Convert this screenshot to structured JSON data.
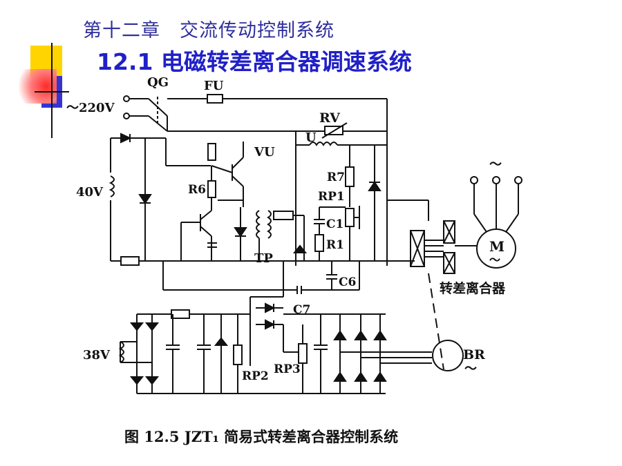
{
  "header": {
    "chapter": "第十二章　交流传动控制系统",
    "section_title": "12.1  电磁转差离合器调速系统"
  },
  "diagram": {
    "labels": {
      "qg": "QG",
      "fu": "FU",
      "ac220": "～220V",
      "rv": "RV",
      "u": "U",
      "vu": "VU",
      "ac40": "40V",
      "r6": "R6",
      "r7": "R7",
      "rp1": "RP1",
      "c1": "C1",
      "r1": "R1",
      "tp": "TP",
      "c6": "C6",
      "c7": "C7",
      "ac38": "38V",
      "rp2": "RP2",
      "rp3": "RP3",
      "br": "BR",
      "br_tilde": "～",
      "motor": "M",
      "motor_tilde": "～",
      "supply_tilde": "～",
      "clutch": "转差离合器"
    }
  },
  "caption": "图 12.5   JZT₁ 简易式转差离合器控制系统",
  "colors": {
    "title": "#2020c8",
    "chapter": "#2e2e9e",
    "deco_yellow": "#ffd700",
    "deco_blue": "#3030d0",
    "deco_red": "#ff3030"
  }
}
